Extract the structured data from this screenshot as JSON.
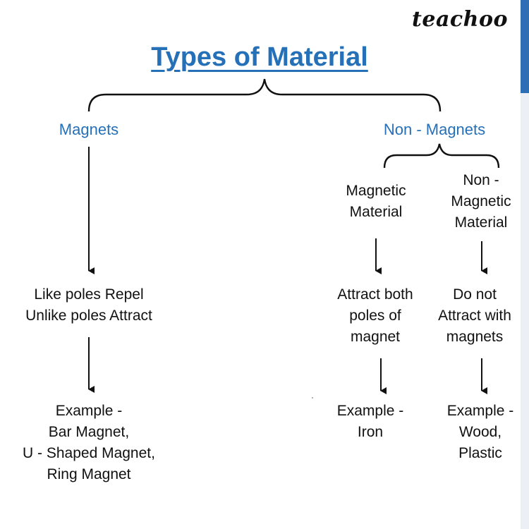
{
  "brand": "teachoo",
  "title": "Types of Material",
  "branches": {
    "magnets": {
      "label": "Magnets",
      "property": [
        "Like poles Repel",
        "Unlike poles Attract"
      ],
      "example": [
        "Example -",
        "Bar Magnet,",
        "U - Shaped Magnet,",
        "Ring Magnet"
      ]
    },
    "non_magnets": {
      "label": "Non - Magnets",
      "magnetic_material": {
        "label": [
          "Magnetic",
          "Material"
        ],
        "property": [
          "Attract both",
          "poles of",
          "magnet"
        ],
        "example": [
          "Example -",
          "Iron"
        ]
      },
      "non_magnetic_material": {
        "label": [
          "Non -",
          "Magnetic",
          "Material"
        ],
        "property": [
          "Do not",
          "Attract with",
          "magnets"
        ],
        "example": [
          "Example -",
          "Wood,",
          "Plastic"
        ]
      }
    }
  },
  "colors": {
    "heading": "#2670b8",
    "accent_bar": "#2e6eb5",
    "text": "#111111"
  }
}
